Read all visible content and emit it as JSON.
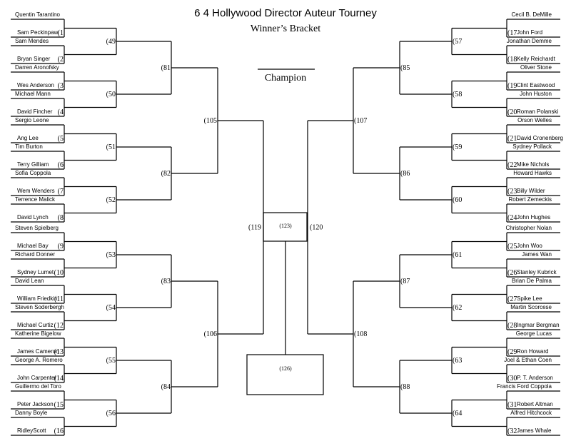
{
  "title": "6 4  Hollywood Director Auteur Tourney",
  "subtitle": "Winner’s Bracket",
  "champion_label": "Champion",
  "left": {
    "blocks": [
      {
        "top": {
          "name": "Quentin Tarantino"
        },
        "bottom": {
          "name": "Sam Peckinpaw",
          "seed": "(1"
        }
      },
      {
        "top": {
          "name": "Sam Mendes"
        },
        "bottom": {
          "name": "Bryan Singer",
          "seed": "(2"
        }
      },
      {
        "top": {
          "name": "Darren Aronofsky"
        },
        "bottom": {
          "name": "Wes Anderson",
          "seed": "(3"
        }
      },
      {
        "top": {
          "name": "Michael Mann"
        },
        "bottom": {
          "name": "David Fincher",
          "seed": "(4"
        }
      },
      {
        "top": {
          "name": "Sergio Leone"
        },
        "bottom": {
          "name": "Ang Lee",
          "seed": "(5"
        }
      },
      {
        "top": {
          "name": "Tim Burton"
        },
        "bottom": {
          "name": "Terry Gilliam",
          "seed": "(6"
        }
      },
      {
        "top": {
          "name": "Sofia Coppola"
        },
        "bottom": {
          "name": "Wem Wenders",
          "seed": "(7"
        }
      },
      {
        "top": {
          "name": "Terrence Malick"
        },
        "bottom": {
          "name": "David Lynch",
          "seed": "(8"
        }
      },
      {
        "top": {
          "name": "Steven Spielberg"
        },
        "bottom": {
          "name": "Michael Bay",
          "seed": "(9"
        }
      },
      {
        "top": {
          "name": "Richard Donner"
        },
        "bottom": {
          "name": "Sydney Lumet",
          "seed": "(10"
        }
      },
      {
        "top": {
          "name": "David Lean"
        },
        "bottom": {
          "name": "William Friedkin",
          "seed": "(11"
        }
      },
      {
        "top": {
          "name": "Steven Soderbergh"
        },
        "bottom": {
          "name": "Michael Curtiz",
          "seed": "(12"
        }
      },
      {
        "top": {
          "name": "Katherine Bigelow"
        },
        "bottom": {
          "name": "James Cameron",
          "seed": "(13"
        }
      },
      {
        "top": {
          "name": "George A. Romero"
        },
        "bottom": {
          "name": "John Carpenter",
          "seed": "(14"
        }
      },
      {
        "top": {
          "name": "Guillermo del Toro"
        },
        "bottom": {
          "name": "Peter Jackson",
          "seed": "(15"
        }
      },
      {
        "top": {
          "name": "Danny Boyle"
        },
        "bottom": {
          "name": "RidleyScott",
          "seed": "(16"
        }
      }
    ],
    "round1": [
      "(49",
      "(50",
      "(51",
      "(52",
      "(53",
      "(54",
      "(55",
      "(56"
    ],
    "round2": [
      "(81",
      "(82",
      "(83",
      "(84"
    ],
    "round3": [
      "(105",
      "(106"
    ],
    "round4": "(119"
  },
  "right": {
    "blocks": [
      {
        "top": {
          "name": "Cecil B. DeMille"
        },
        "bottom": {
          "name": "John Ford",
          "seed": "(17"
        }
      },
      {
        "top": {
          "name": "Jonathan Demme"
        },
        "bottom": {
          "name": "Kelly Reichardt",
          "seed": "(18"
        }
      },
      {
        "top": {
          "name": "Oliver Stone"
        },
        "bottom": {
          "name": "Clint Eastwood",
          "seed": "(19"
        }
      },
      {
        "top": {
          "name": "John Huston"
        },
        "bottom": {
          "name": "Roman Polanski",
          "seed": "(20"
        }
      },
      {
        "top": {
          "name": "Orson Welles"
        },
        "bottom": {
          "name": "David Cronenberg",
          "seed": "(21"
        }
      },
      {
        "top": {
          "name": "Sydney Pollack"
        },
        "bottom": {
          "name": "Mike Nichols",
          "seed": "(22"
        }
      },
      {
        "top": {
          "name": "Howard Hawks"
        },
        "bottom": {
          "name": "Billy Wilder",
          "seed": "(23"
        }
      },
      {
        "top": {
          "name": "Robert Zemeckis"
        },
        "bottom": {
          "name": "John Hughes",
          "seed": "(24"
        }
      },
      {
        "top": {
          "name": "Christopher Nolan"
        },
        "bottom": {
          "name": "John Woo",
          "seed": "(25"
        }
      },
      {
        "top": {
          "name": "James Wan"
        },
        "bottom": {
          "name": "Stanley Kubrick",
          "seed": "(26"
        }
      },
      {
        "top": {
          "name": "Brian De Palma"
        },
        "bottom": {
          "name": "Spike Lee",
          "seed": "(27"
        }
      },
      {
        "top": {
          "name": "Martin Scorcese"
        },
        "bottom": {
          "name": "Ingmar Bergman",
          "seed": "(28"
        }
      },
      {
        "top": {
          "name": "George Lucas"
        },
        "bottom": {
          "name": "Ron Howard",
          "seed": "(29"
        }
      },
      {
        "top": {
          "name": "Joel & Ethan Coen"
        },
        "bottom": {
          "name": "P. T. Anderson",
          "seed": "(30"
        }
      },
      {
        "top": {
          "name": "Francis Ford Coppola"
        },
        "bottom": {
          "name": "Robert Altman",
          "seed": "(31"
        }
      },
      {
        "top": {
          "name": "Alfred Hitchcock"
        },
        "bottom": {
          "name": "James Whale",
          "seed": "(32"
        }
      }
    ],
    "round1": [
      "(57",
      "(58",
      "(59",
      "(60",
      "(61",
      "(62",
      "(63",
      "(64"
    ],
    "round2": [
      "(85",
      "(86",
      "(87",
      "(88"
    ],
    "round3": [
      "(107",
      "(108"
    ],
    "round4": "(120"
  },
  "semifinal_box": "(123)",
  "final_box": "(126)"
}
